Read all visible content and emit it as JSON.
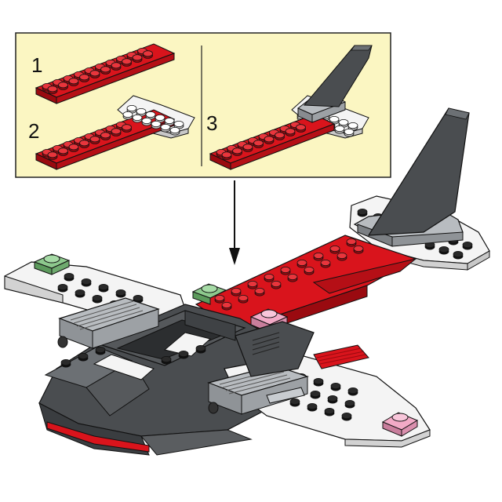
{
  "callout": {
    "background": "#fbf6c2",
    "steps": [
      {
        "number": "1"
      },
      {
        "number": "2"
      },
      {
        "number": "3"
      }
    ]
  },
  "colors": {
    "red": "#d9141c",
    "red_dark": "#9a0a10",
    "white": "#f4f4f4",
    "dark_gray": "#4a4d50",
    "dark_gray_light": "#6c7074",
    "light_gray": "#b8bcc0",
    "green": "#7dbb7d",
    "pink": "#f2aac6",
    "black": "#111111"
  },
  "icons": [
    "arrow-down-icon"
  ]
}
